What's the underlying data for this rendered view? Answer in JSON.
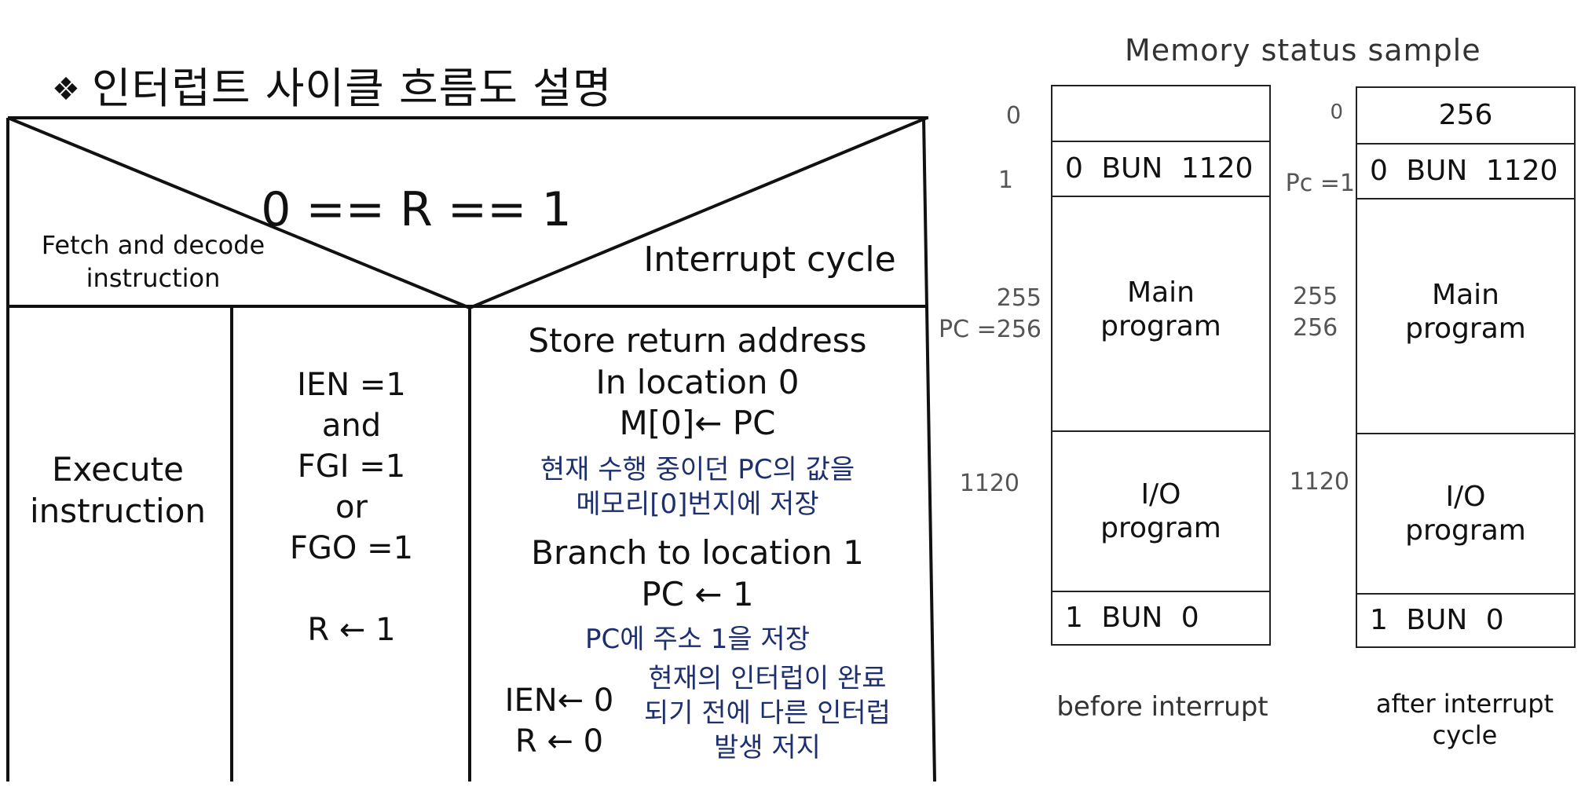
{
  "heading": {
    "bullet": "❖",
    "text": "인터럽트 사이클 흐름도 설명"
  },
  "flowchart": {
    "condition": "0 == R == 1",
    "left_branch": "Fetch and decode\ninstruction",
    "right_branch": "Interrupt cycle",
    "execute": "Execute\ninstruction",
    "check": "IEN =1\nand\nFGI =1\nor\nFGO =1\n\nR ← 1",
    "store_return": "Store return address\nIn location 0\nM[0]← PC",
    "store_note": "현재  수행 중이던 PC의 값을\n메모리[0]번지에 저장",
    "branch": "Branch to location 1\nPC ← 1",
    "branch_note": "PC에 주소 1을 저장",
    "reset": "IEN← 0\nR ← 0",
    "reset_note": "현재의 인터럽이 완료\n되기 전에 다른 인터럽\n발생 저지"
  },
  "memory": {
    "title": "Memory status sample",
    "before": {
      "caption": "before interrupt",
      "addresses": {
        "a0": "0",
        "a1": "1",
        "a255": "255",
        "a256": "PC =256",
        "a1120": "1120"
      },
      "cells": {
        "c0": "",
        "c1": "0  BUN  1120",
        "main": "Main\nprogram",
        "io": "I/O\nprogram",
        "last": "1    BUN    0"
      }
    },
    "after": {
      "caption": "after interrupt\ncycle",
      "addresses": {
        "a0": "0",
        "a1": "Pc =1",
        "a255": "255",
        "a256": "256",
        "a1120": "1120"
      },
      "cells": {
        "c0": "256",
        "c1": "0  BUN  1120",
        "main": "Main\nprogram",
        "io": "I/O\nprogram",
        "last": "1    BUN    0"
      }
    }
  }
}
